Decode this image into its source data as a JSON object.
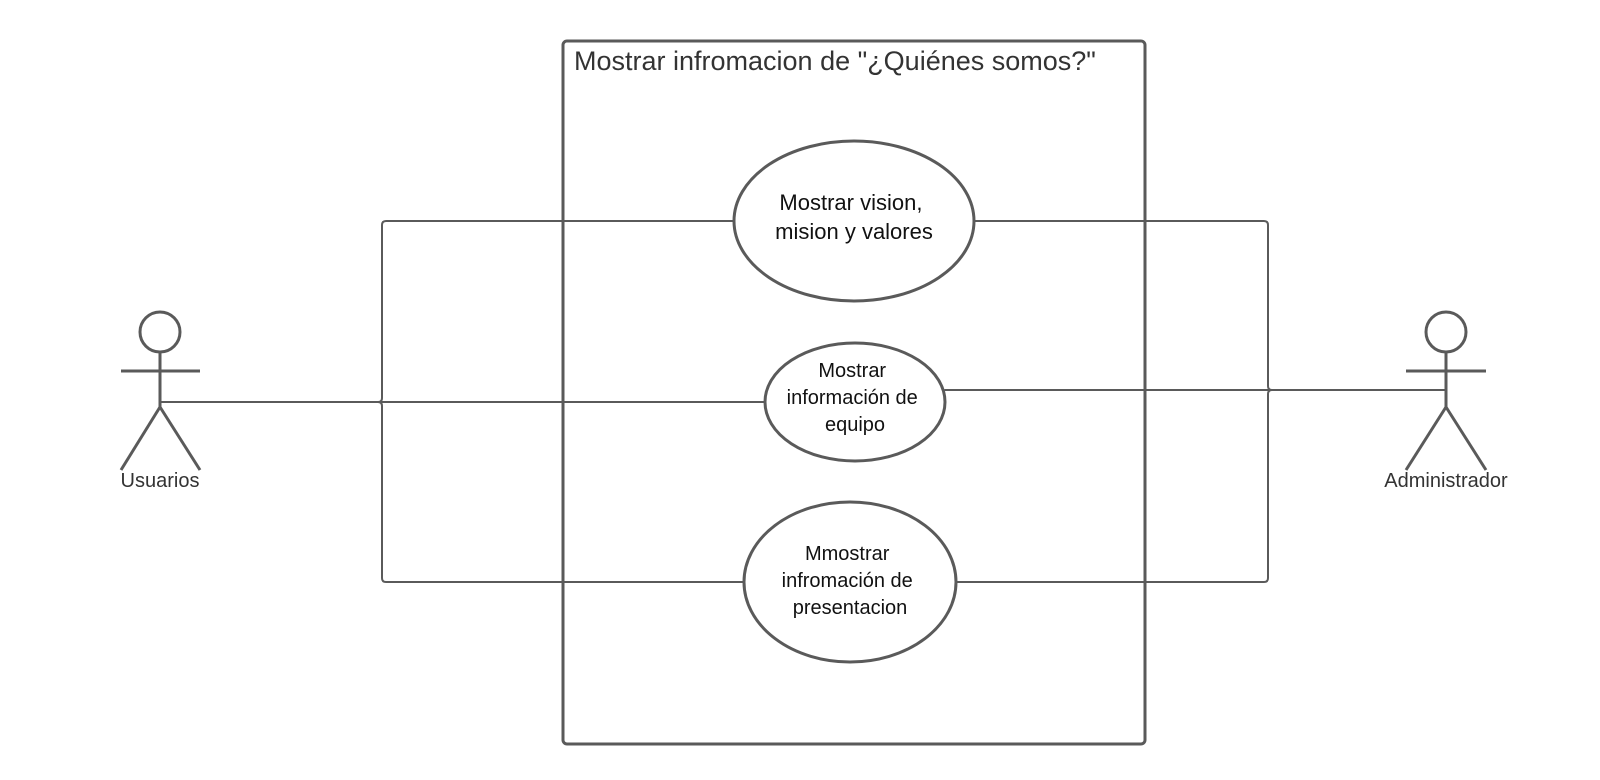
{
  "diagram": {
    "boundary": {
      "title": "Mostrar infromacion de \"¿Quiénes somos?\""
    },
    "use_cases": [
      {
        "lines": [
          "Mostrar vision,",
          "mision y valores"
        ]
      },
      {
        "lines": [
          "Mostrar",
          "información de",
          "equipo"
        ]
      },
      {
        "lines": [
          "Mmostrar",
          "infromación de",
          "presentacion"
        ]
      }
    ],
    "actors": {
      "left": {
        "label": "Usuarios"
      },
      "right": {
        "label": "Administrador"
      }
    }
  }
}
